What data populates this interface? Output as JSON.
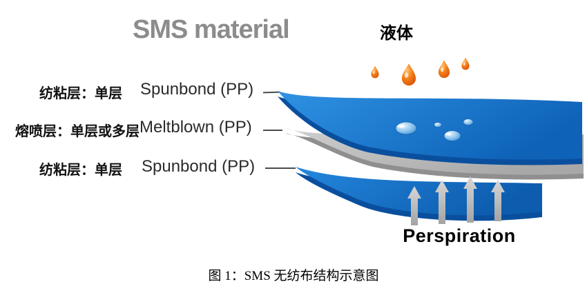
{
  "title": "SMS material",
  "illustration": {
    "liquid_label": "液体",
    "perspiration_label": "Perspiration"
  },
  "layer_labels": [
    {
      "cn": "纺粘层：单层",
      "en": "Spunbond (PP)"
    },
    {
      "cn": "熔喷层：单层或多层",
      "en": "Meltblown (PP)"
    },
    {
      "cn": "纺粘层：单层",
      "en": "Spunbond (PP)"
    }
  ],
  "caption": "图 1：SMS 无纺布结构示意图",
  "colors": {
    "title_gray": "#8c8c8c",
    "sheet_blue": "#1a7ad4",
    "sheet_blue_dark": "#0a4f9e",
    "sheet_gray": "#bdbdbd",
    "droplet_orange": "#ed6a00",
    "surface_droplet_blue": "#5aa8e8",
    "arrow_gray": "#bfbfbf",
    "text_black": "#000000"
  }
}
